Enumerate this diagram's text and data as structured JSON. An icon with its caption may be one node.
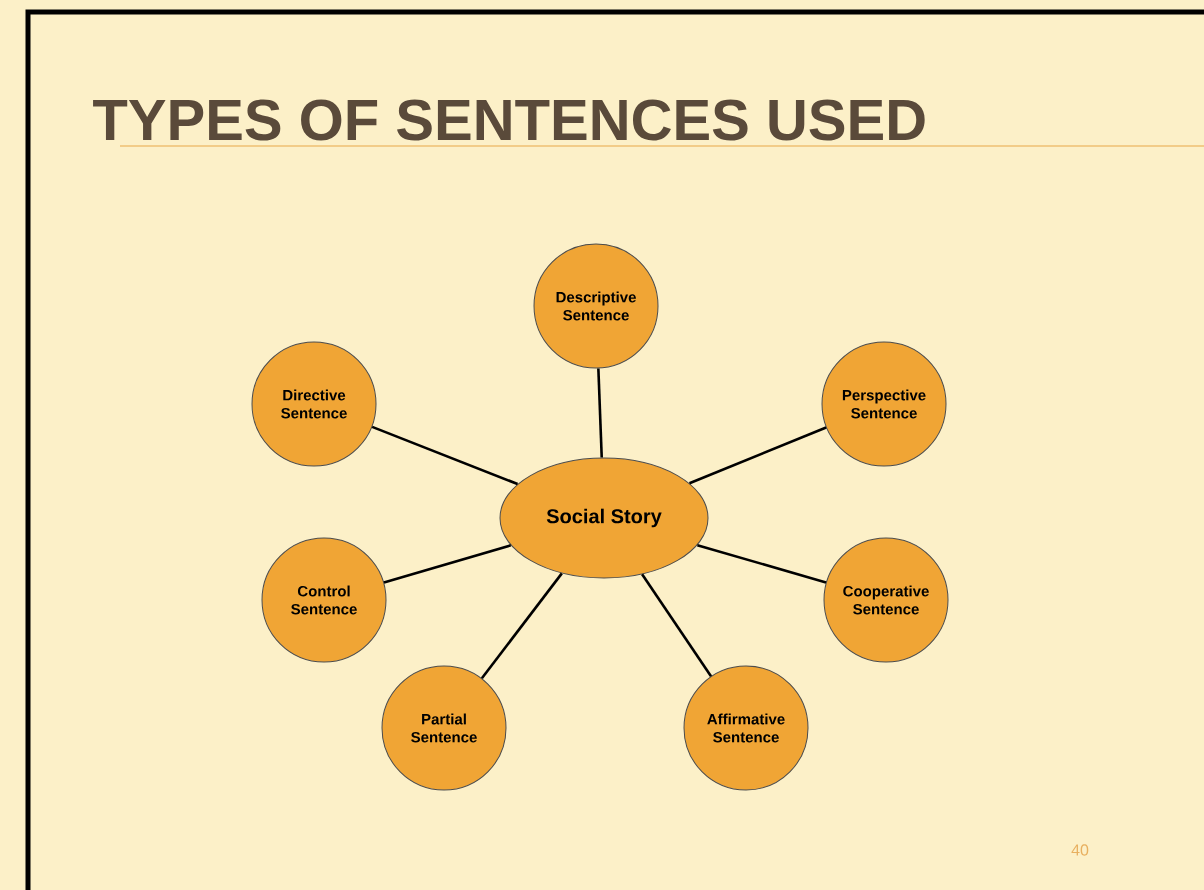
{
  "diagram": {
    "title": "TYPES OF SENTENCES USED",
    "nodes": [
      {
        "text": [
          "Descriptive Sentence"
        ]
      },
      {
        "text": [
          "Directive Sentence"
        ]
      },
      {
        "text": [
          "Perspective Sentence"
        ]
      },
      {
        "text": [
          "Social Story"
        ]
      },
      {
        "text": [
          "Control Sentence"
        ]
      },
      {
        "text": [
          "Cooperative Sentence"
        ]
      },
      {
        "text": [
          "Partial Sentence"
        ]
      },
      {
        "text": [
          "Affirmative Sentence"
        ]
      }
    ],
    "edges": [
      {
        "from": 3,
        "to": 0,
        "arrow": "none"
      },
      {
        "from": 3,
        "to": 1,
        "arrow": "none"
      },
      {
        "from": 3,
        "to": 2,
        "arrow": "none"
      },
      {
        "from": 3,
        "to": 4,
        "arrow": "none"
      },
      {
        "from": 3,
        "to": 5,
        "arrow": "none"
      },
      {
        "from": 3,
        "to": 6,
        "arrow": "none"
      },
      {
        "from": 3,
        "to": 7,
        "arrow": "none"
      }
    ],
    "labels": [
      "40"
    ]
  }
}
